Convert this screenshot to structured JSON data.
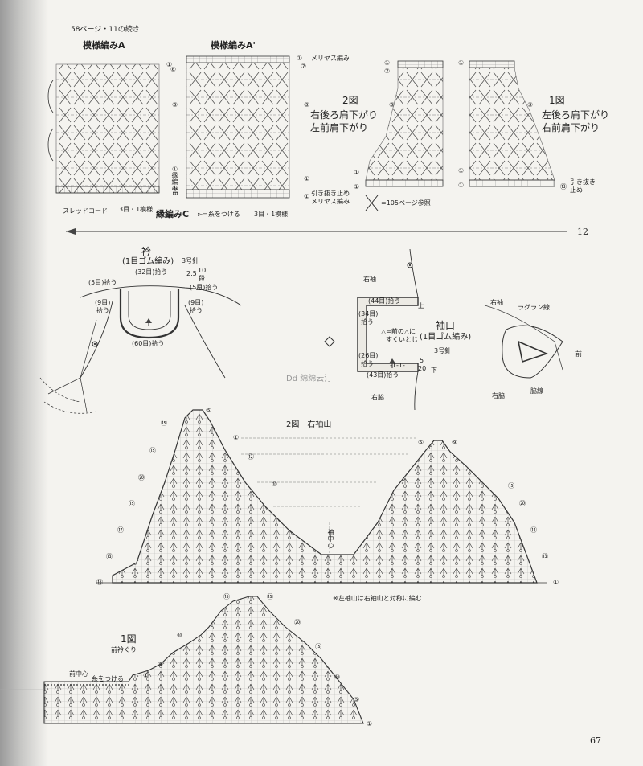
{
  "header": {
    "continuation": "58ページ・11の続き"
  },
  "pattern_a": {
    "title": "模様編みA",
    "row_labels": [
      "①",
      "⑥",
      "⑤",
      "①",
      "①"
    ],
    "stitch_note": "3目・1模様",
    "thread_cord_label": "スレッドコード",
    "side_note": "縁編みB"
  },
  "pattern_a_prime": {
    "title": "模様編みA'",
    "top_note": "メリヤス編み",
    "row_labels": [
      "①",
      "⑦",
      "⑤",
      "①",
      "①"
    ],
    "bind_off_note": "引き抜き止め",
    "bottom_note": "メリヤス編み",
    "stitch_note": "3目・1模様",
    "edge_c_label": "縁編みC",
    "attach_yarn_note": "▻=糸をつける"
  },
  "fig2_small": {
    "title": "2図",
    "line1": "右後ろ肩下がり",
    "line2": "左前肩下がり",
    "row_labels": [
      "①",
      "⑦",
      "⑤",
      "①",
      "①",
      "①"
    ],
    "reference": "=105ページ参照"
  },
  "fig1_small": {
    "title": "1図",
    "line1": "左後ろ肩下がり",
    "line2": "右前肩下がり",
    "row_labels": [
      "①",
      "⑤",
      "①",
      "①"
    ],
    "bind_off_line1": "引き抜き",
    "bind_off_line2": "止め",
    "row_label_end": "⑬"
  },
  "arrow_label": "12",
  "collar": {
    "title": "衿",
    "subtitle": "(1目ゴム編み)",
    "needle": "3号針",
    "top_pickup": "(32目)拾う",
    "left_pickup": "(5目)拾う",
    "right_pickup": "(5目)拾う",
    "right_pickup_row": "△",
    "left_side": "(9目)",
    "left_side2": "拾う",
    "right_side": "(9目)",
    "right_side2": "拾う",
    "bottom_pickup": "(60目)拾う",
    "dim_value": "2.5",
    "dim_rows": "10",
    "dim_unit": "段"
  },
  "cuff": {
    "title": "袖口",
    "subtitle": "(1目ゴム編み)",
    "needle": "3号針",
    "top_pickup": "(44目)拾う",
    "left_pickup": "(34目)",
    "left_pickup2": "拾う",
    "lower_pickup": "(26目)",
    "lower_pickup2": "拾う",
    "bottom_pickup": "(43目)拾う",
    "note1": "△=前の△に",
    "note2": "すくいとじ",
    "sleeve_label": "右袖",
    "side_label": "右脇",
    "top_label": "上",
    "bottom_label": "下",
    "dim_value": "20",
    "dim_unit_top": "5",
    "rib_mark": "-1-1-"
  },
  "side_diagram": {
    "sleeve_label": "右袖",
    "raglan_label": "ラグラン線",
    "front_label": "前",
    "side_label": "右脇",
    "side_line_label": "脇線"
  },
  "watermark": "Dd 绵绵云汀",
  "sleeve_cap": {
    "title": "2図　右袖山",
    "center_label": "袖中心",
    "note": "※左袖山は右袖山と対称に編む",
    "left_rows": [
      "⑮",
      "⑮",
      "⑳",
      "⑮",
      "⑰",
      "⑬",
      "⑱",
      "⑫",
      "⑩",
      "⑤",
      "①"
    ],
    "right_rows": [
      "⑨",
      "⑮",
      "⑳",
      "⑭",
      "⑬",
      "⑤",
      "①"
    ]
  },
  "front_neck": {
    "title": "1図",
    "subtitle": "前衿ぐり",
    "center_label": "前中心",
    "attach_label": "糸をつける",
    "row_labels": [
      "⑮",
      "⑮",
      "⑩",
      "⑤",
      "①",
      "⑳",
      "⑮",
      "⑩",
      "⑤",
      "①"
    ]
  },
  "page_number": "67"
}
